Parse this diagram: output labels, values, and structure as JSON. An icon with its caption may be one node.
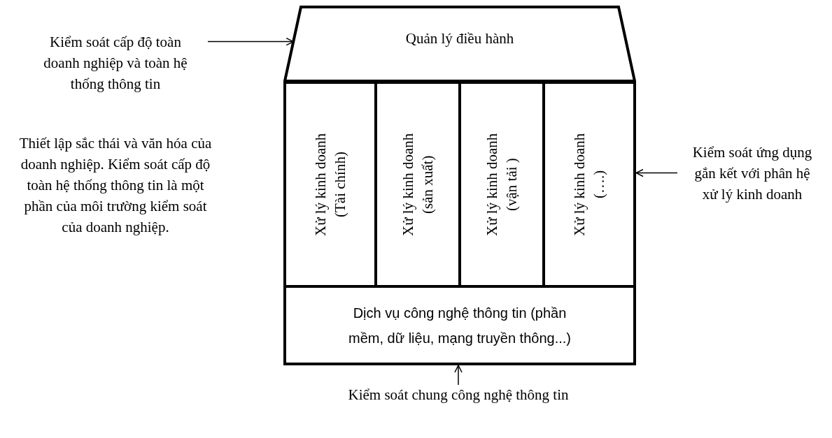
{
  "diagram": {
    "nodes": [
      {
        "text": [
          "Kiểm soát cấp độ toàn doanh nghiệp và toàn hệ thống thông tin"
        ]
      },
      {
        "text": [
          "Quản lý điều hành"
        ]
      },
      {
        "text": [
          "Xử lý kinh doanh (Tài chính)"
        ]
      },
      {
        "text": [
          "Xử lý kinh doanh (sản xuất)"
        ]
      },
      {
        "text": [
          "Xử lý kinh doanh (vận tải )"
        ]
      },
      {
        "text": [
          "Xử lý kinh doanh (….)"
        ]
      },
      {
        "text": [
          "Kiểm soát ứng dụng gắn kết với phân hệ xử lý kinh doanh"
        ]
      },
      {
        "text": [
          "Dịch vụ công nghệ thông tin (phần mềm, dữ liệu, mạng truyền thông...)"
        ]
      },
      {
        "text": [
          "Kiểm soát chung công nghệ thông tin"
        ]
      }
    ],
    "edges": [
      {
        "from": 0,
        "to": 1,
        "arrow": "to"
      },
      {
        "from": 6,
        "to": 5,
        "arrow": "to"
      },
      {
        "from": 8,
        "to": 7,
        "arrow": "to"
      }
    ],
    "labels": [
      "Thiết lập sắc thái và văn hóa của doanh nghiệp. Kiểm soát cấp độ toàn hệ thống thông tin là một phần của môi trường kiểm soát của doanh nghiệp."
    ]
  }
}
